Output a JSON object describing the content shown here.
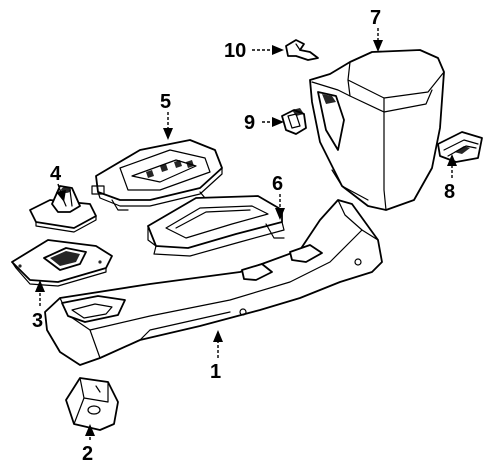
{
  "callouts": {
    "c1": "1",
    "c2": "2",
    "c3": "3",
    "c4": "4",
    "c5": "5",
    "c6": "6",
    "c7": "7",
    "c8": "8",
    "c9": "9",
    "c10": "10"
  },
  "colors": {
    "line": "#000000",
    "background": "#ffffff"
  }
}
